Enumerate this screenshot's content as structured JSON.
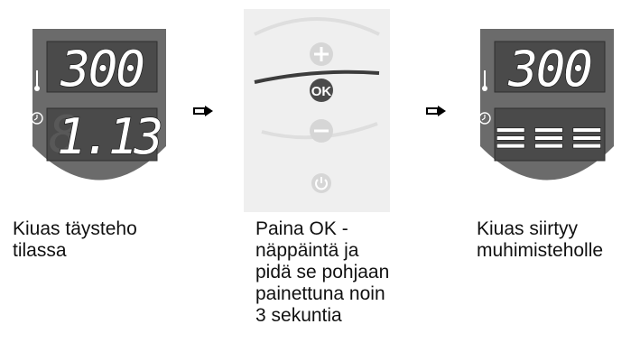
{
  "steps": [
    {
      "display_top": "300",
      "display_bottom": "1.13",
      "caption": "Kiuas täysteho\ntilassa"
    },
    {
      "buttons": {
        "plus": "+",
        "ok": "OK",
        "minus": "−",
        "power": "⏻"
      },
      "caption": "Paina OK -\nnäppäintä ja\npidä se pohjaan\npainettuna noin\n3 sekuntia"
    },
    {
      "display_top": "300",
      "display_bottom": "≡≡≡",
      "caption": "Kiuas siirtyy\nmuhimisteholle"
    }
  ],
  "icons": {
    "temperature": "thermometer-icon",
    "timer": "clock-icon",
    "arrow": "right-arrow-icon"
  },
  "colors": {
    "panel_body": "#6b6b6b",
    "lcd_background": "#4a4a4a",
    "lcd_digit": "#ffffff",
    "lcd_ghost": "#5a5a5a",
    "control_panel_bg": "#efefef",
    "ok_button": "#4a4a4a",
    "faded_button": "#d6d6d6"
  }
}
